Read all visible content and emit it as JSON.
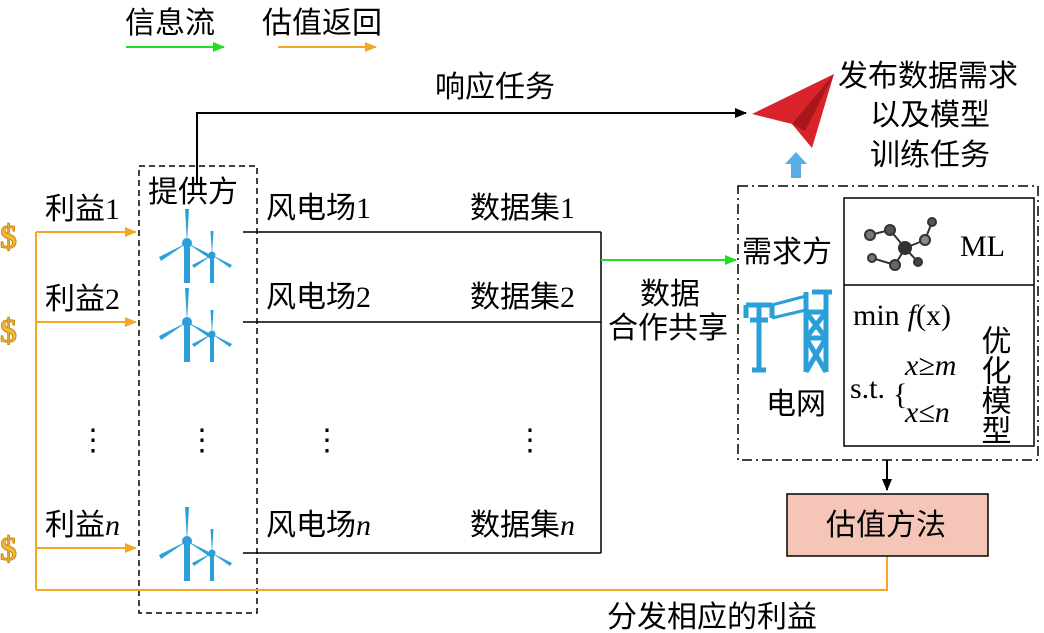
{
  "legend": {
    "info_flow": "信息流",
    "value_return": "估值返回",
    "colors": {
      "info_flow": "#22dd22",
      "value_return": "#f5a623"
    }
  },
  "top": {
    "respond_task": "响应任务",
    "publish_lines": [
      "发布数据需求",
      "以及模型",
      "训练任务"
    ]
  },
  "provider": {
    "label": "提供方"
  },
  "rows": [
    {
      "profit_prefix": "利益",
      "profit_index": "1",
      "farm_prefix": "风电场",
      "farm_index": "1",
      "dataset_prefix": "数据集",
      "dataset_index": "1"
    },
    {
      "profit_prefix": "利益",
      "profit_index": "2",
      "farm_prefix": "风电场",
      "farm_index": "2",
      "dataset_prefix": "数据集",
      "dataset_index": "2"
    },
    {
      "profit_prefix": "利益",
      "profit_index": "n",
      "farm_prefix": "风电场",
      "farm_index": "n",
      "dataset_prefix": "数据集",
      "dataset_index": "n"
    }
  ],
  "ellipsis": "⋮",
  "sharing": {
    "line1": "数据",
    "line2": "合作共享"
  },
  "demand": {
    "label": "需求方",
    "grid_label": "电网",
    "ml_label": "ML",
    "opt_min": "min",
    "opt_f": "f",
    "opt_x": "(x)",
    "opt_st": "s.t.",
    "opt_c1": "x≥m",
    "opt_c2": "x≤n",
    "opt_vertical": "优化模型"
  },
  "valuation": {
    "label": "估值方法",
    "fill": "#f5c6b8"
  },
  "distribute": "分发相应的利益",
  "currency_symbol": "$",
  "colors": {
    "accent_blue": "#2a9fd8",
    "plane_red": "#d9232a",
    "orange": "#f5a623",
    "green": "#22dd22"
  }
}
